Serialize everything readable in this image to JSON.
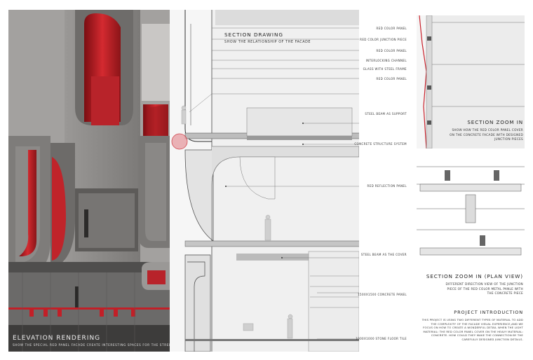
{
  "elevation": {
    "title": "ELEVATION RENDERING",
    "subtitle": "SHOW THE SPECIAL RED PANEL FACADE CREATE INTERESTING SPACES FOR THE STREET"
  },
  "section": {
    "title": "SECTION DRAWING",
    "subtitle": "SHOW THE RELATIONSHIP OF THE FACADE",
    "callouts": [
      "RED COLOR PANEL",
      "RED COLOR JUNCTION PIECE",
      "RED COLOR PANEL",
      "INTERLOCKING CHANNEL",
      "GLASS WITH STEEL FRAME",
      "RED COLOR PANEL",
      "STEEL BEAM AS SUPPORT",
      "CONCRETE STRUCTURE SYSTEM",
      "RED REFLECTION PANEL",
      "STEEL BEAM AS THE COVER",
      "1500X1500 CONCRETE PANEL",
      "1000X1000 STONE FLOOR TILE"
    ]
  },
  "zoom_in": {
    "title": "SECTION ZOOM IN",
    "desc_lines": [
      "SHOW HOW THE RED COLOR PANEL COVER",
      "ON THE CONCRETE FACADE WITH DESIGNED",
      "JUNCTION PIECES"
    ]
  },
  "zoom_plan": {
    "title": "SECTION ZOOM IN (PLAN VIEW)",
    "desc_lines": [
      "DIFFERENT DIRECTION VIEW OF THE JUNCTION",
      "PIECE OF THE RED COLOR METAL PANLE WITH",
      "THE CONCRETE PIECE"
    ]
  },
  "project": {
    "title": "PROJECT INTRODUCTION",
    "desc": "THIS PROJECT IS USING TWO DIFFERENT TYPES OF MATERIAL TO ADD THE COMPLEXITY OF THE FACADE VISUAL EXPERIENCE,AND WE FOCUS ON HOW TO CREATE A WONDERFUL DETAIL WHEN THE LIGHT MATERIAL: THE RED COLOR PANEL COVER ON THE HEAVY MATERIAL: CONCRETE. HOW COULD THEY MAKE THE CONNECTION BY THE CAREFULLY DESIGNED JUNCTION DETAILS."
  },
  "colors": {
    "accent_red": "#c8202a",
    "concrete": "#8e8c8a",
    "line": "#555555"
  }
}
